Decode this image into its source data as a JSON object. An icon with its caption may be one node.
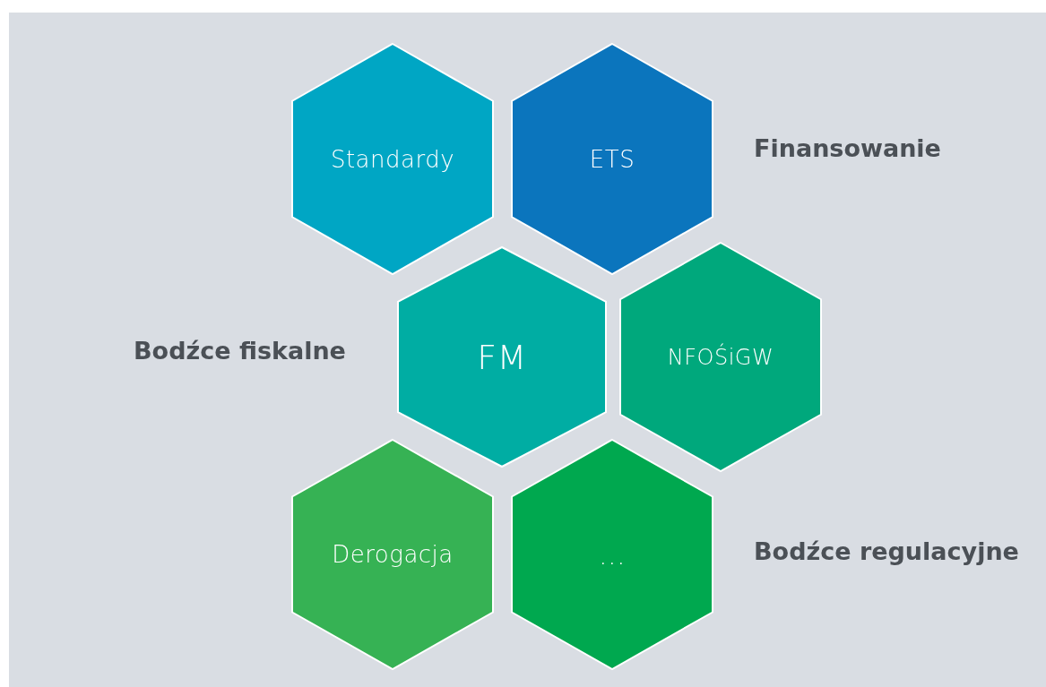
{
  "diagram": {
    "nodes": [
      {
        "text": [
          "Standardy"
        ]
      },
      {
        "text": [
          "ETS"
        ]
      },
      {
        "text": [
          "FM"
        ]
      },
      {
        "text": [
          "NFOŚiGW"
        ]
      },
      {
        "text": [
          "Derogacja"
        ]
      },
      {
        "text": [
          "..."
        ]
      }
    ],
    "labels": [
      "Finansowanie",
      "Bodźce fiskalne",
      "Bodźce regulacyjne"
    ]
  }
}
